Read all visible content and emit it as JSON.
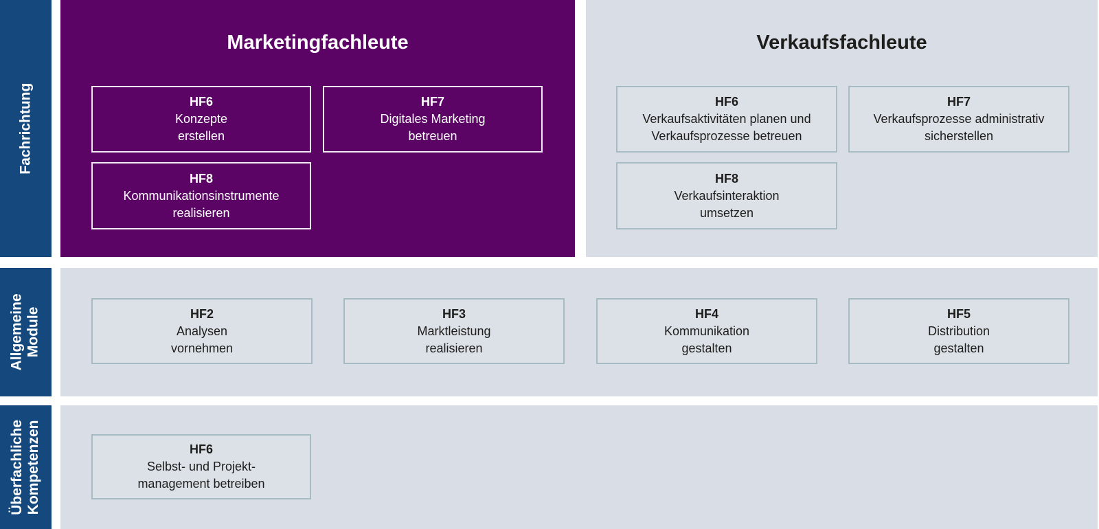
{
  "colors": {
    "sidebar_navy": "#15497e",
    "marketing_purple": "#5c0466",
    "panel_gray": "#d9dee6",
    "box_border_gray": "#a6bbc4",
    "box_border_white": "#f0eaf2",
    "text_dark": "#1d1d1b",
    "text_light": "#ffffff"
  },
  "sidebar": {
    "fachrichtung": "Fachrichtung",
    "allgemeine_module": "Allgemeine\nModule",
    "ueberfachliche_kompetenzen": "Überfachliche\nKompetenzen"
  },
  "marketing": {
    "title": "Marketingfachleute",
    "boxes": [
      {
        "code": "HF6",
        "text": "Konzepte\nerstellen"
      },
      {
        "code": "HF7",
        "text": "Digitales Marketing\nbetreuen"
      },
      {
        "code": "HF8",
        "text": "Kommunikationsinstrumente\nrealisieren"
      }
    ]
  },
  "verkauf": {
    "title": "Verkaufsfachleute",
    "boxes": [
      {
        "code": "HF6",
        "text": "Verkaufsaktivitäten planen und\nVerkaufsprozesse betreuen"
      },
      {
        "code": "HF7",
        "text": "Verkaufsprozesse administrativ\nsicherstellen"
      },
      {
        "code": "HF8",
        "text": "Verkaufsinteraktion\numsetzen"
      }
    ]
  },
  "allgemeine": {
    "boxes": [
      {
        "code": "HF2",
        "text": "Analysen\nvornehmen"
      },
      {
        "code": "HF3",
        "text": "Marktleistung\nrealisieren"
      },
      {
        "code": "HF4",
        "text": "Kommunikation\ngestalten"
      },
      {
        "code": "HF5",
        "text": "Distribution\ngestalten"
      }
    ]
  },
  "ueberfachlich": {
    "boxes": [
      {
        "code": "HF6",
        "text": "Selbst- und Projekt-\nmanagement betreiben"
      }
    ]
  }
}
